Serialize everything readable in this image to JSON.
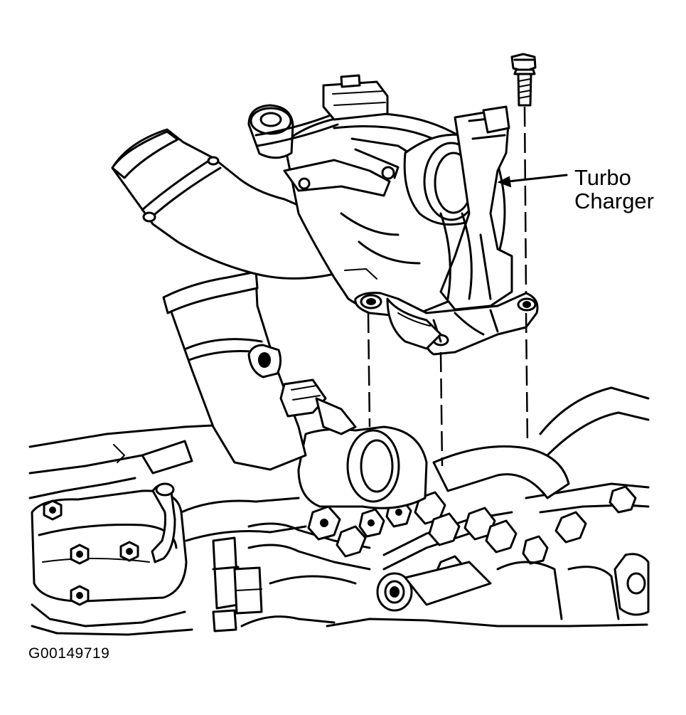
{
  "diagram": {
    "callout": {
      "line1": "Turbo",
      "line2": "Charger"
    },
    "figure_id": "G00149719"
  }
}
